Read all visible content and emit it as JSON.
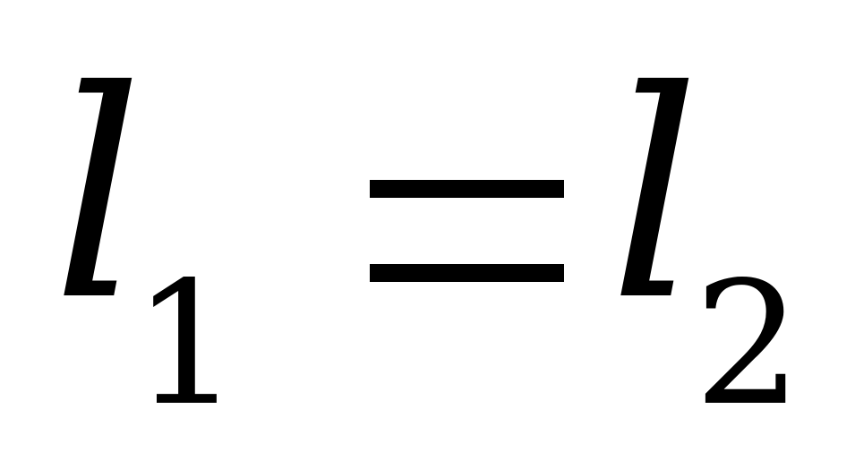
{
  "equation": {
    "lhs_variable": "l",
    "lhs_subscript": "1",
    "operator": "=",
    "rhs_variable": "l",
    "rhs_subscript": "2"
  },
  "colors": {
    "background": "#ffffff",
    "text": "#000000"
  }
}
